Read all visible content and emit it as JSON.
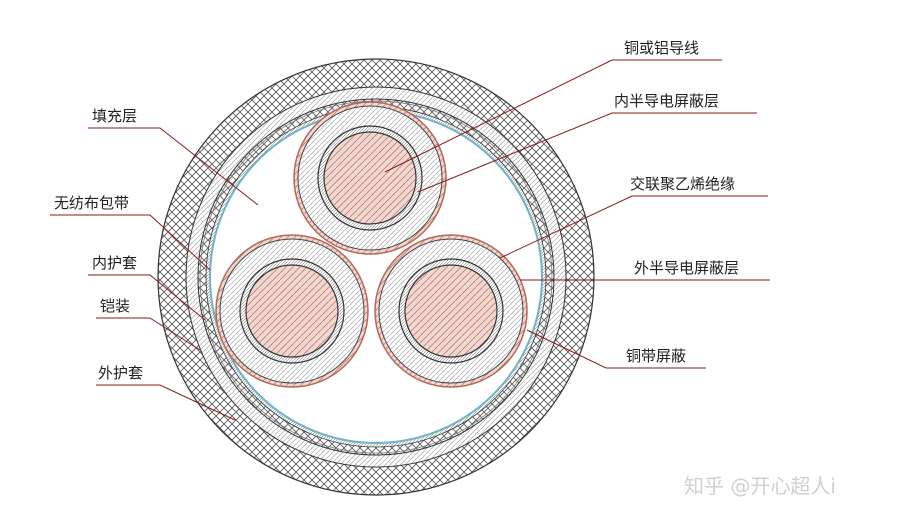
{
  "labels": {
    "conductor": "铜或铝导线",
    "inner_semicon": "内半导电屏蔽层",
    "xlpe": "交联聚乙烯绝缘",
    "outer_semicon": "外半导电屏蔽层",
    "copper_tape": "铜带屏蔽",
    "filler": "填充层",
    "nonwoven": "无纺布包带",
    "inner_sheath": "内护套",
    "armor": "铠装",
    "outer_sheath": "外护套"
  },
  "watermark": "知乎 @开心超人i"
}
